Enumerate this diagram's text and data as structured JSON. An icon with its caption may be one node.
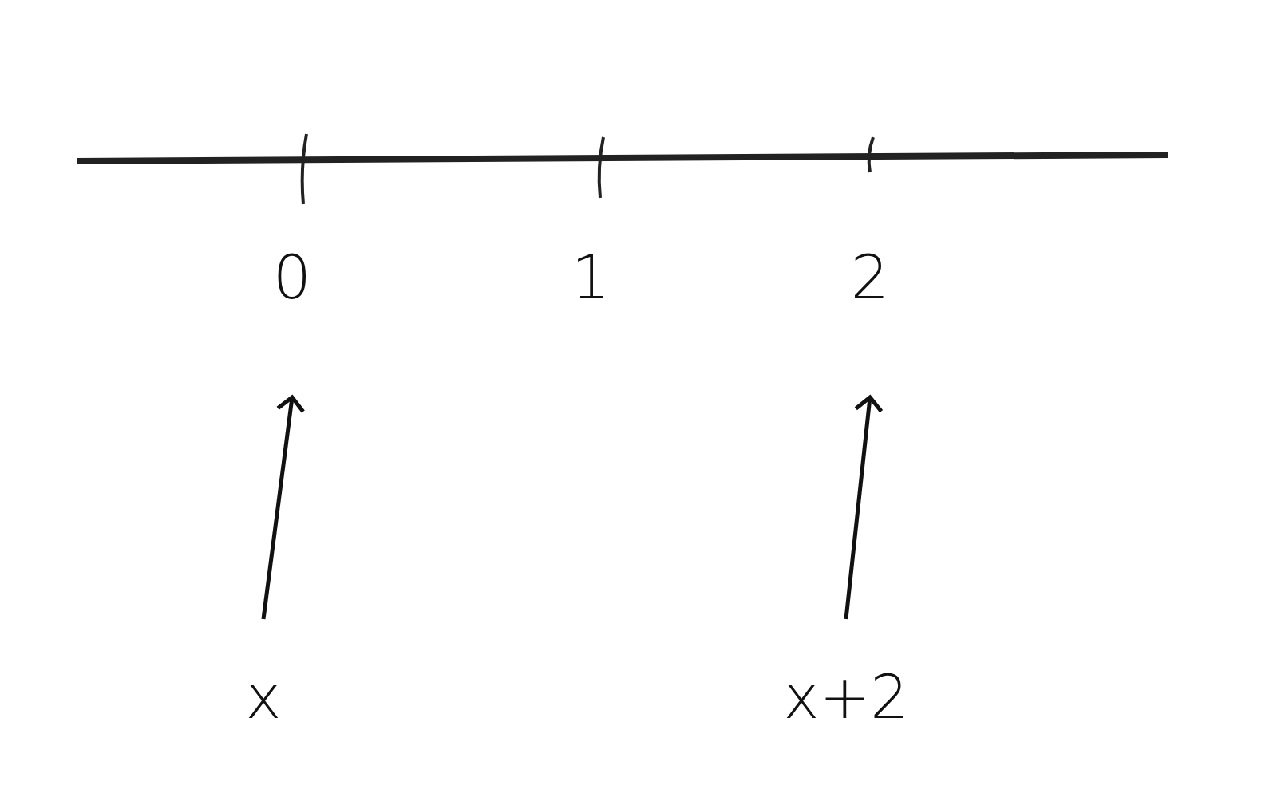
{
  "diagram": {
    "nodes": [
      {
        "text": [
          "0"
        ]
      },
      {
        "text": [
          "2"
        ]
      },
      {
        "text": [
          "x"
        ]
      },
      {
        "text": [
          "x+2"
        ]
      }
    ],
    "edges": [
      {
        "from": 2,
        "to": 0,
        "arrow": "to"
      },
      {
        "from": 3,
        "to": 1,
        "arrow": "to"
      }
    ],
    "labels": [
      "1"
    ]
  }
}
